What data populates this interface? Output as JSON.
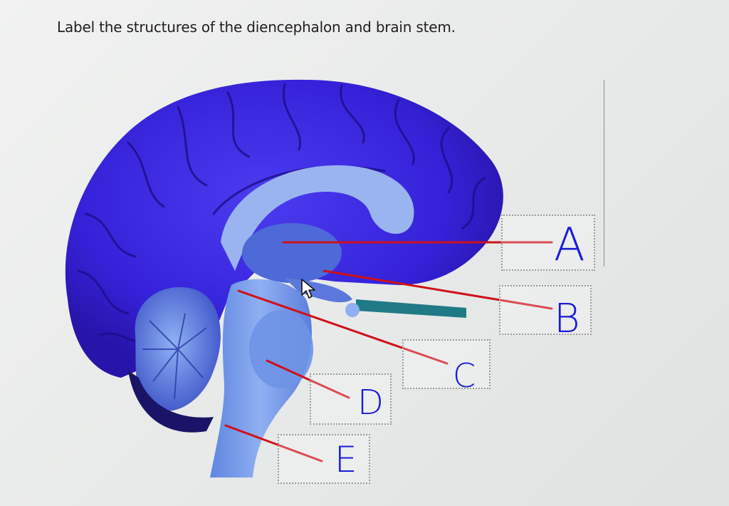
{
  "question": {
    "title": "Label the structures of the diencephalon and brain stem."
  },
  "drop_targets": [
    {
      "id": "A",
      "label": "A"
    },
    {
      "id": "B",
      "label": "B"
    },
    {
      "id": "C",
      "label": "C"
    },
    {
      "id": "D",
      "label": "D"
    },
    {
      "id": "E",
      "label": "E"
    }
  ],
  "colors": {
    "leader_line": "#d01018",
    "handwriting": "#1b1bd8",
    "cerebrum": "#3d2ee0",
    "brainstem": "#6a8ee6"
  },
  "icons": {
    "cursor": "mouse-pointer-icon"
  }
}
